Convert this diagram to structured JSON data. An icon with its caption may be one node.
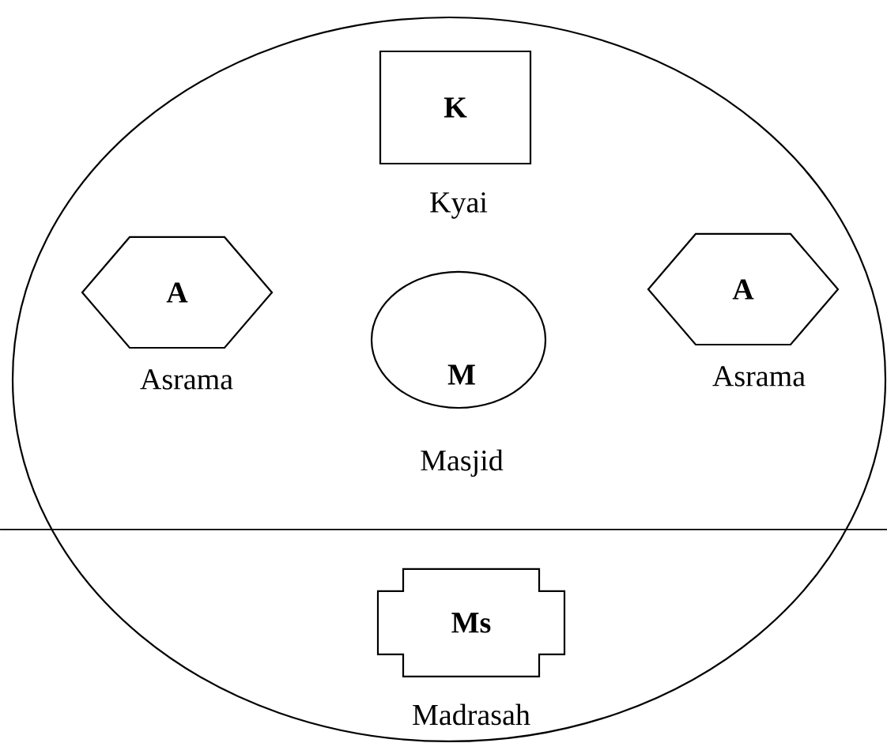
{
  "diagram": {
    "nodes": [
      {
        "text": [],
        "shape": "circle"
      },
      {
        "text": [
          "K",
          "Kyai"
        ],
        "in": 0
      },
      {
        "text": [
          "A",
          "Asrama"
        ],
        "in": 0
      },
      {
        "text": [
          "M",
          "Masjid"
        ],
        "in": 0
      },
      {
        "text": [
          "A",
          "Asrama"
        ],
        "in": 0
      },
      {
        "text": [
          "Ms",
          "Madrasah"
        ],
        "in": 0
      }
    ]
  }
}
